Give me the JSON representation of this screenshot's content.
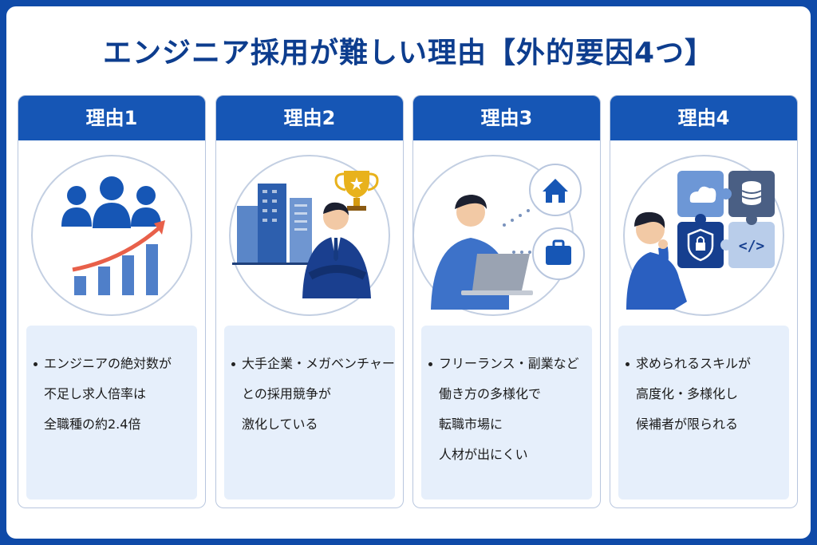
{
  "title": "エンジニア採用が難しい理由【外的要因4つ】",
  "colors": {
    "primary": "#1656b5",
    "title": "#0d3d8e",
    "panel": "#e6effb",
    "accent_arrow": "#e8604a",
    "trophy": "#e8b21c"
  },
  "cards": [
    {
      "label": "理由1",
      "icon": "people-growth-chart-icon",
      "lines": [
        "エンジニアの絶対数が",
        "不足し求人倍率は",
        "全職種の約2.4倍"
      ]
    },
    {
      "label": "理由2",
      "icon": "buildings-businessman-trophy-icon",
      "lines": [
        "大手企業・メガベンチャー",
        "との採用競争が",
        "激化している"
      ]
    },
    {
      "label": "理由3",
      "icon": "person-laptop-home-briefcase-icon",
      "lines": [
        "フリーランス・副業など",
        "働き方の多様化で",
        "転職市場に",
        "人材が出にくい"
      ]
    },
    {
      "label": "理由4",
      "icon": "person-thinking-puzzle-skills-icon",
      "lines": [
        "求められるスキルが",
        "高度化・多様化し",
        "候補者が限られる"
      ]
    }
  ]
}
